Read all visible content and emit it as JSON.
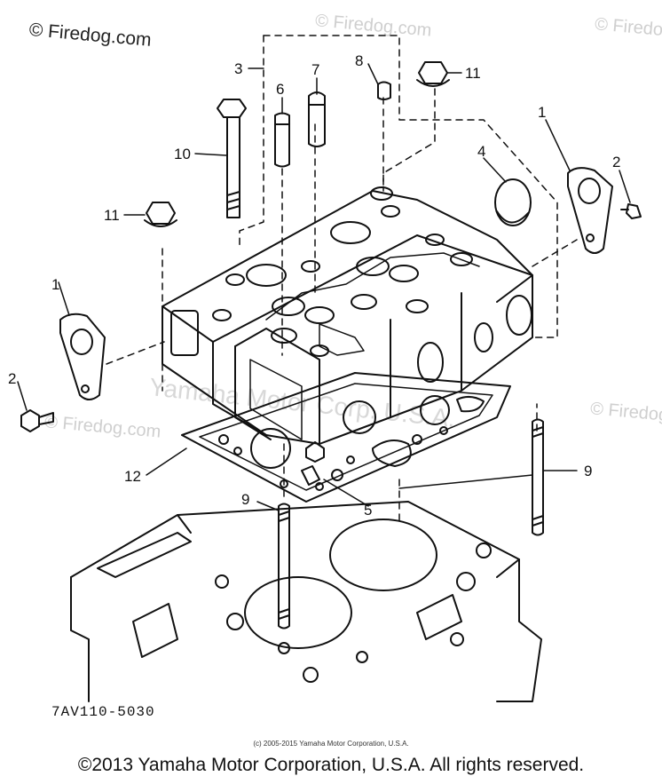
{
  "watermarks": {
    "main": "© Firedog.com",
    "repeat": "© Firedog.com",
    "center": "Yamaha Motor Corp. U.S.A."
  },
  "callouts": {
    "c1a": "1",
    "c1b": "1",
    "c2a": "2",
    "c2b": "2",
    "c3": "3",
    "c4": "4",
    "c5": "5",
    "c6": "6",
    "c7": "7",
    "c8": "8",
    "c9a": "9",
    "c9b": "9",
    "c10": "10",
    "c11a": "11",
    "c11b": "11",
    "c12": "12"
  },
  "part_code": "7AV110-5030",
  "small_copyright": "(c) 2005-2015 Yamaha Motor Corporation, U.S.A.",
  "footer": "©2013 Yamaha Motor Corporation, U.S.A. All rights reserved.",
  "colors": {
    "line": "#111111",
    "watermark": "#cfcfcf"
  }
}
